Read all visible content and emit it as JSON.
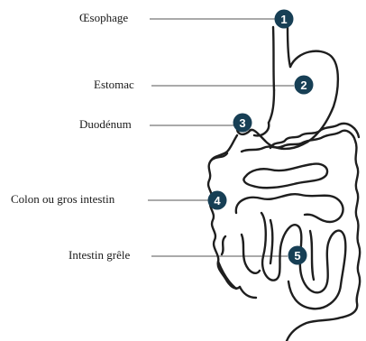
{
  "labels": [
    {
      "number": "1",
      "text": "Œsophage"
    },
    {
      "number": "2",
      "text": "Estomac"
    },
    {
      "number": "3",
      "text": "Duodénum"
    },
    {
      "number": "4",
      "text": "Colon ou gros intestin"
    },
    {
      "number": "5",
      "text": "Intestin grêle"
    }
  ],
  "colors": {
    "badge": "#173f55",
    "outline": "#1e1e1e",
    "leader": "#555555",
    "background": "#ffffff"
  }
}
